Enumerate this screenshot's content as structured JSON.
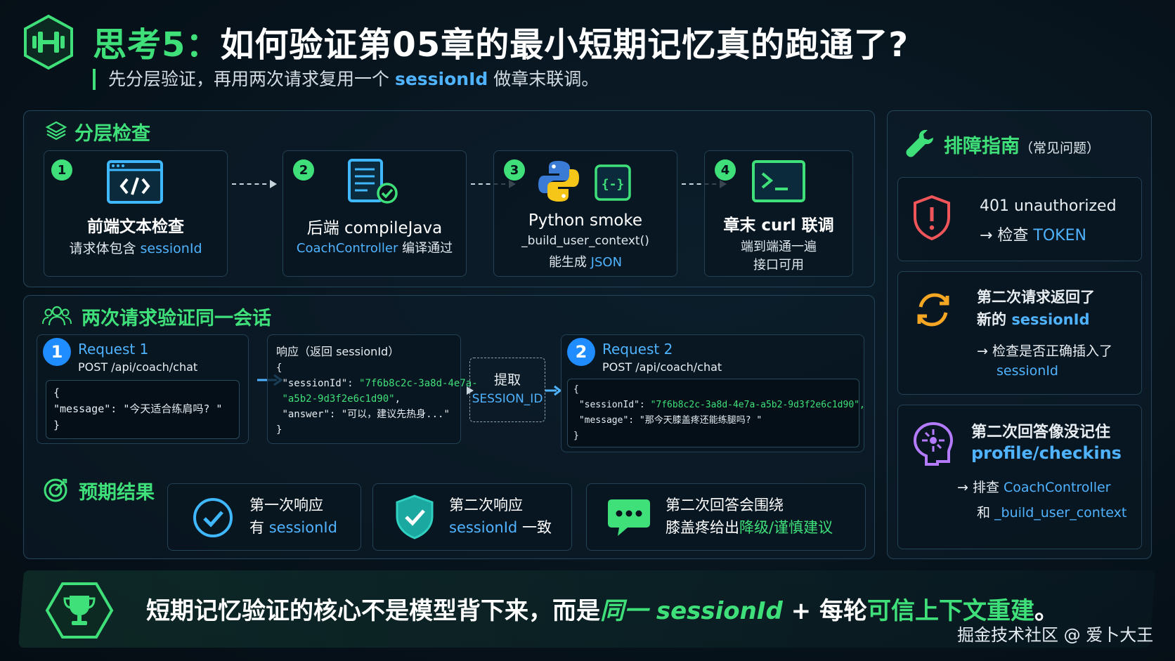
{
  "header": {
    "title_prefix": "思考5：",
    "title_main": "如何验证第05章的最小短期记忆真的跑通了?",
    "subtitle_before": "先分层验证，再用两次请求复用一个 ",
    "subtitle_key": "sessionId",
    "subtitle_after": " 做章末联调。"
  },
  "layer_section": {
    "title": "分层检查",
    "steps": [
      {
        "num": "1",
        "title": "前端文本检查",
        "line1_a": "请求体包含 ",
        "line1_b": "sessionId"
      },
      {
        "num": "2",
        "title": "后端 compileJava",
        "line1_a": "CoachController",
        "line1_b": " 编译通过"
      },
      {
        "num": "3",
        "title": "Python smoke",
        "line1": "_build_user_context()",
        "line2_a": "能生成 ",
        "line2_b": "JSON"
      },
      {
        "num": "4",
        "title": "章末 curl 联调",
        "line1": "端到端通一遍",
        "line2": "接口可用"
      }
    ]
  },
  "twice_section": {
    "title": "两次请求验证同一会话",
    "req1": {
      "num": "1",
      "label": "Request 1",
      "endpoint": "POST /api/coach/chat",
      "code": [
        "{",
        "  \"message\": \"今天适合练肩吗? \"",
        "}"
      ]
    },
    "response": {
      "label": "响应（返回 sessionId）",
      "open": "{",
      "session_key": "\"sessionId\": ",
      "session_val1": "\"7f6b8c2c-3a8d-4e7a-",
      "session_val2": "\"a5b2-9d3f2e6c1d90\"",
      "session_comma": ",",
      "answer": "\"answer\": \"可以，建议先热身...\"",
      "close": "}"
    },
    "extract": {
      "line1": "提取",
      "line2": "SESSION_ID"
    },
    "req2": {
      "num": "2",
      "label": "Request 2",
      "endpoint": "POST /api/coach/chat",
      "open": "{",
      "session_key": "\"sessionId\": ",
      "session_val": "\"7f6b8c2c-3a8d-4e7a-a5b2-9d3f2e6c1d90\",",
      "message": "\"message\": \"那今天膝盖疼还能练腿吗? \"",
      "close": "}"
    }
  },
  "expected": {
    "title": "预期结果",
    "items": [
      {
        "line1": "第一次响应",
        "line2_a": "有 ",
        "line2_b": "sessionId"
      },
      {
        "line1": "第二次响应",
        "line2_a": "sessionId",
        "line2_b": " 一致"
      },
      {
        "line1": "第二次回答会围绕",
        "line2_a": "膝盖疼给出",
        "line2_b": "降级/谨慎建议"
      }
    ]
  },
  "trouble": {
    "title": "排障指南",
    "title_note": "（常见问题）",
    "items": [
      {
        "line1": "401 unauthorized",
        "line2_a": "→ 检查 ",
        "line2_b": "TOKEN"
      },
      {
        "line1": "第二次请求返回了",
        "line2_a": "新的 ",
        "line2_b": "sessionId",
        "line3": "→ 检查是否正确插入了",
        "line4": "sessionId"
      },
      {
        "line1": "第二次回答像没记住",
        "line2": "profile/checkins",
        "line3_a": "→ 排查 ",
        "line3_b": "CoachController",
        "line4_a": "和 ",
        "line4_b": "_build_user_context"
      }
    ]
  },
  "bottom": {
    "text_a": "短期记忆验证的核心不是模型背下来，而是",
    "text_b": "同一 sessionId",
    "text_c": " + 每轮",
    "text_d": "可信上下文重建",
    "text_e": "。"
  },
  "watermark": "掘金技术社区 @ 爱卜大王",
  "colors": {
    "accent_green": "#3fe07a",
    "accent_blue": "#4fb3ff",
    "badge_blue": "#1f8cff",
    "warn_red": "#f0555a",
    "sync_orange": "#f5a623",
    "think_purple": "#b57bff"
  }
}
